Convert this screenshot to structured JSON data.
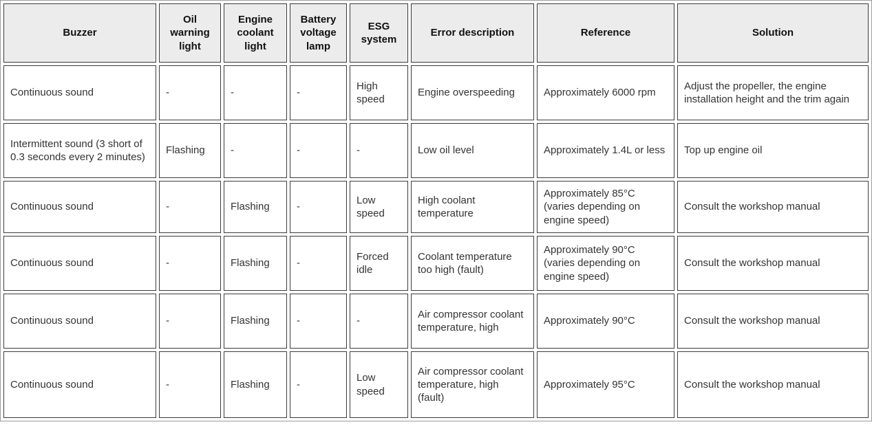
{
  "table": {
    "title_semantic": "engine-warning-fault-table",
    "columns": [
      {
        "label": "Buzzer"
      },
      {
        "label": "Oil warning light"
      },
      {
        "label": "Engine coolant light"
      },
      {
        "label": "Battery voltage lamp"
      },
      {
        "label": "ESG system"
      },
      {
        "label": "Error description"
      },
      {
        "label": "Reference"
      },
      {
        "label": "Solution"
      }
    ],
    "rows": [
      {
        "cells": [
          "Continuous sound",
          "-",
          "-",
          "-",
          "High speed",
          "Engine overspeeding",
          "Approximately 6000 rpm",
          "Adjust the propeller, the engine installation height and the trim again"
        ]
      },
      {
        "cells": [
          "Intermittent sound (3 short of 0.3 seconds every 2 minutes)",
          "Flashing",
          "-",
          "-",
          "-",
          "Low oil level",
          "Approximately 1.4L or less",
          "Top up engine oil"
        ]
      },
      {
        "cells": [
          "Continuous sound",
          "-",
          "Flashing",
          "-",
          "Low speed",
          "High coolant temperature",
          "Approximately 85°C (varies depending on engine speed)",
          "Consult the workshop manual"
        ]
      },
      {
        "cells": [
          "Continuous sound",
          "-",
          "Flashing",
          "-",
          "Forced idle",
          "Coolant temperature too high (fault)",
          "Approximately 90°C (varies depending on engine speed)",
          "Consult the workshop manual"
        ]
      },
      {
        "cells": [
          "Continuous sound",
          "-",
          "Flashing",
          "-",
          "-",
          "Air compressor coolant temperature, high",
          "Approximately 90°C",
          "Consult the workshop manual"
        ]
      },
      {
        "cells": [
          "Continuous sound",
          "-",
          "Flashing",
          "-",
          "Low speed",
          "Air compressor coolant temperature, high (fault)",
          "Approximately 95°C",
          "Consult the workshop manual"
        ]
      }
    ]
  },
  "colors": {
    "header_background": "#ececec",
    "cell_border": "#3a3a3a",
    "outer_border": "#9b9b9b",
    "body_text": "#333333",
    "header_text": "#111111"
  }
}
